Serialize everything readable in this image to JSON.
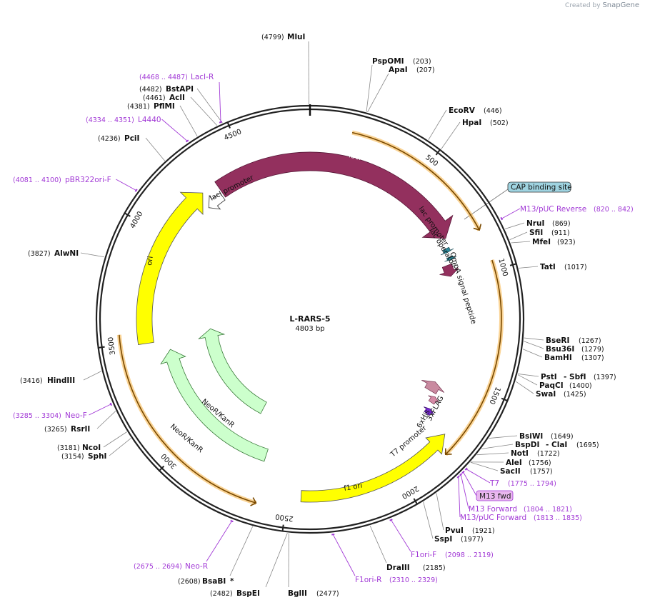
{
  "branding": {
    "created_by": "Created by",
    "app": "SnapGene"
  },
  "plasmid": {
    "name": "L-RARS-5",
    "length": "4803 bp",
    "total_bp": 4803
  },
  "ticks": [
    500,
    1000,
    1500,
    2000,
    2500,
    3000,
    3500,
    4000,
    4500
  ],
  "colors": {
    "backbone": "#222222",
    "primer": "#a23ad6",
    "lacI": "#93305e",
    "ori": "#ffff00",
    "neo": "#ccffcc",
    "feature_outline": "#555555",
    "orange": "#f5b040",
    "teal": "#2e8a9a"
  },
  "sites": [
    {
      "name": "MluI",
      "pos": "(4799)",
      "bp": 4799
    },
    {
      "name": "PspOMI",
      "pos": "(203)",
      "bp": 203
    },
    {
      "name": "ApaI",
      "pos": "(207)",
      "bp": 207
    },
    {
      "name": "EcoRV",
      "pos": "(446)",
      "bp": 446
    },
    {
      "name": "HpaI",
      "pos": "(502)",
      "bp": 502
    },
    {
      "name": "NruI",
      "pos": "(869)",
      "bp": 869
    },
    {
      "name": "SfiI",
      "pos": "(911)",
      "bp": 911
    },
    {
      "name": "MfeI",
      "pos": "(923)",
      "bp": 923
    },
    {
      "name": "TatI",
      "pos": "(1017)",
      "bp": 1017
    },
    {
      "name": "BseRI",
      "pos": "(1267)",
      "bp": 1267
    },
    {
      "name": "Bsu36I",
      "pos": "(1279)",
      "bp": 1279
    },
    {
      "name": "BamHI",
      "pos": "(1307)",
      "bp": 1307
    },
    {
      "name": "PstI",
      "pos": "(1397)",
      "bp": 1397
    },
    {
      "name": "- SbfI",
      "pos": "",
      "bp": 1397
    },
    {
      "name": "PaqCI",
      "pos": "(1400)",
      "bp": 1400
    },
    {
      "name": "SwaI",
      "pos": "(1425)",
      "bp": 1425
    },
    {
      "name": "BsiWI",
      "pos": "(1649)",
      "bp": 1649
    },
    {
      "name": "BspDI",
      "pos": "(1695)",
      "bp": 1695
    },
    {
      "name": "- ClaI",
      "pos": "",
      "bp": 1695
    },
    {
      "name": "NotI",
      "pos": "(1722)",
      "bp": 1722
    },
    {
      "name": "AleI",
      "pos": "(1756)",
      "bp": 1756
    },
    {
      "name": "SacII",
      "pos": "(1757)",
      "bp": 1757
    },
    {
      "name": "PvuI",
      "pos": "(1921)",
      "bp": 1921
    },
    {
      "name": "SspI",
      "pos": "(1977)",
      "bp": 1977
    },
    {
      "name": "DraIII",
      "pos": "(2185)",
      "bp": 2185
    },
    {
      "name": "BglII",
      "pos": "(2477)",
      "bp": 2477
    },
    {
      "name": "BspEI",
      "pos": "(2482)",
      "bp": 2482
    },
    {
      "name": "BsaBI",
      "pos": "(2608)",
      "bp": 2608
    },
    {
      "name": "*",
      "pos": "",
      "bp": 2608
    },
    {
      "name": "SphI",
      "pos": "(3154)",
      "bp": 3154
    },
    {
      "name": "NcoI",
      "pos": "(3181)",
      "bp": 3181
    },
    {
      "name": "RsrII",
      "pos": "(3265)",
      "bp": 3265
    },
    {
      "name": "HindIII",
      "pos": "(3416)",
      "bp": 3416
    },
    {
      "name": "AlwNI",
      "pos": "(3827)",
      "bp": 3827
    },
    {
      "name": "PciI",
      "pos": "(4236)",
      "bp": 4236
    },
    {
      "name": "PflMI",
      "pos": "(4381)",
      "bp": 4381
    },
    {
      "name": "AclI",
      "pos": "(4461)",
      "bp": 4461
    },
    {
      "name": "BstAPI",
      "pos": "(4482)",
      "bp": 4482
    }
  ],
  "primers": [
    {
      "name": "LacI-R",
      "range": "(4468 .. 4487)",
      "bp": 4478
    },
    {
      "name": "L4440",
      "range": "(4334 .. 4351)",
      "bp": 4342
    },
    {
      "name": "pBR322ori-F",
      "range": "(4081 .. 4100)",
      "bp": 4090
    },
    {
      "name": "M13/pUC Reverse",
      "range": "(820 .. 842)",
      "bp": 831
    },
    {
      "name": "T7",
      "range": "(1775 .. 1794)",
      "bp": 1785
    },
    {
      "name": "M13 fwd",
      "range": "",
      "bp": 1800
    },
    {
      "name": "M13 Forward",
      "range": "(1804 .. 1821)",
      "bp": 1812
    },
    {
      "name": "M13/pUC Forward",
      "range": "(1813 .. 1835)",
      "bp": 1824
    },
    {
      "name": "F1ori-F",
      "range": "(2098 .. 2119)",
      "bp": 2108
    },
    {
      "name": "F1ori-R",
      "range": "(2310 .. 2329)",
      "bp": 2320
    },
    {
      "name": "Neo-R",
      "range": "(2675 .. 2694)",
      "bp": 2684
    },
    {
      "name": "Neo-F",
      "range": "(3285 .. 3304)",
      "bp": 3294
    }
  ],
  "features": {
    "lacI": "lacI",
    "lacI_promoter": "lacI promoter",
    "lac_promoter": "lac promoter",
    "lac_operator": "lac operator",
    "ompA": "OmpA signal peptide",
    "cap_site": "CAP binding site",
    "ori": "ori",
    "neo1": "NeoR/KanR",
    "neo2": "NeoR/KanR",
    "f1_ori": "f1 ori",
    "t7_promoter": "T7 promoter",
    "his6": "6xHis",
    "flag3": "3xFLAG"
  }
}
